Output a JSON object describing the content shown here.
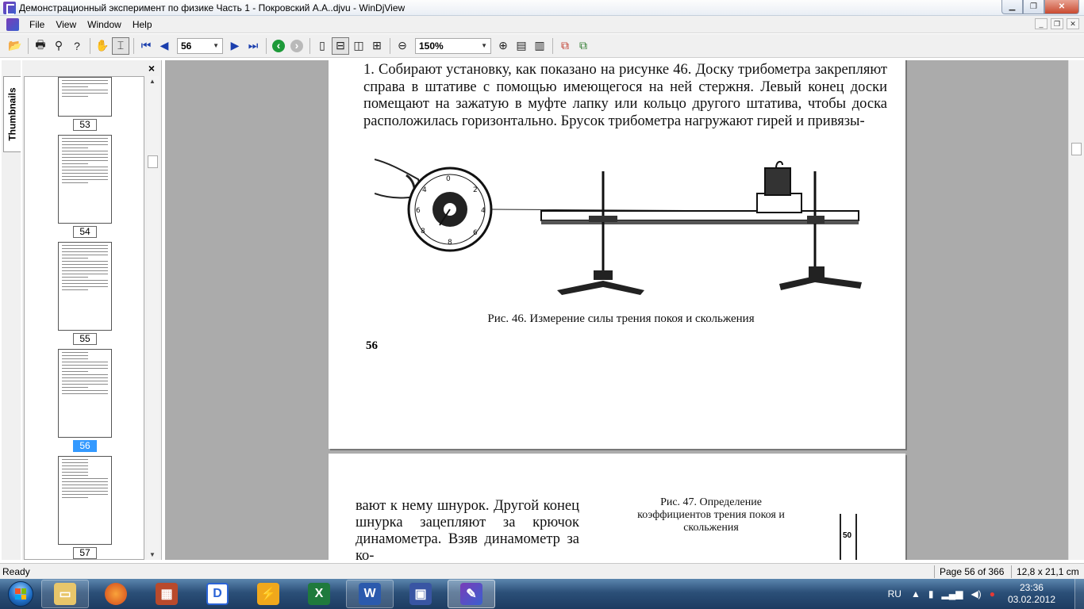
{
  "window": {
    "title": "Демонстрационный эксперимент по физике Часть 1 - Покровский А.А..djvu - WinDjView"
  },
  "menu": [
    "File",
    "View",
    "Window",
    "Help"
  ],
  "toolbar": {
    "page_value": "56",
    "zoom_value": "150%"
  },
  "sidebar": {
    "tab_label": "Thumbnails",
    "close_label": "×",
    "thumbnails": [
      {
        "page": "53",
        "selected": false
      },
      {
        "page": "54",
        "selected": false
      },
      {
        "page": "55",
        "selected": false
      },
      {
        "page": "56",
        "selected": true
      },
      {
        "page": "57",
        "selected": false
      }
    ]
  },
  "document": {
    "paragraph": "1. Собирают установку, как показано на рисунке 46. Доску трибометра закрепляют справа в штативе с помощью имеющегося на ней стержня. Левый конец доски помещают на зажатую в муфте лапку или кольцо другого штатива, чтобы доска расположилась горизонтально. Брусок трибометра нагружают гирей и привязы-",
    "figure_caption": "Рис. 46. Измерение силы трения покоя и скольжения",
    "page_number": "56",
    "next_page_text": "вают к нему шнурок. Другой конец шнурка зацепляют за крючок динамометра. Взяв динамометр за ко-",
    "next_figure_caption": "Рис. 47. Определение коэффициентов трения покоя и скольжения",
    "ruler_label": "50"
  },
  "statusbar": {
    "ready": "Ready",
    "page_info": "Page 56 of 366",
    "page_size": "12,8 x 21,1 cm"
  },
  "taskbar": {
    "language": "RU",
    "time": "23:36",
    "date": "03.02.2012",
    "apps": [
      "explorer",
      "firefox",
      "archiver",
      "deskview",
      "winamp",
      "excel",
      "word",
      "save",
      "windjview"
    ]
  },
  "colors": {
    "selection": "#3399ff",
    "viewport_bg": "#ababab",
    "taskbar": "#2b4f78"
  }
}
